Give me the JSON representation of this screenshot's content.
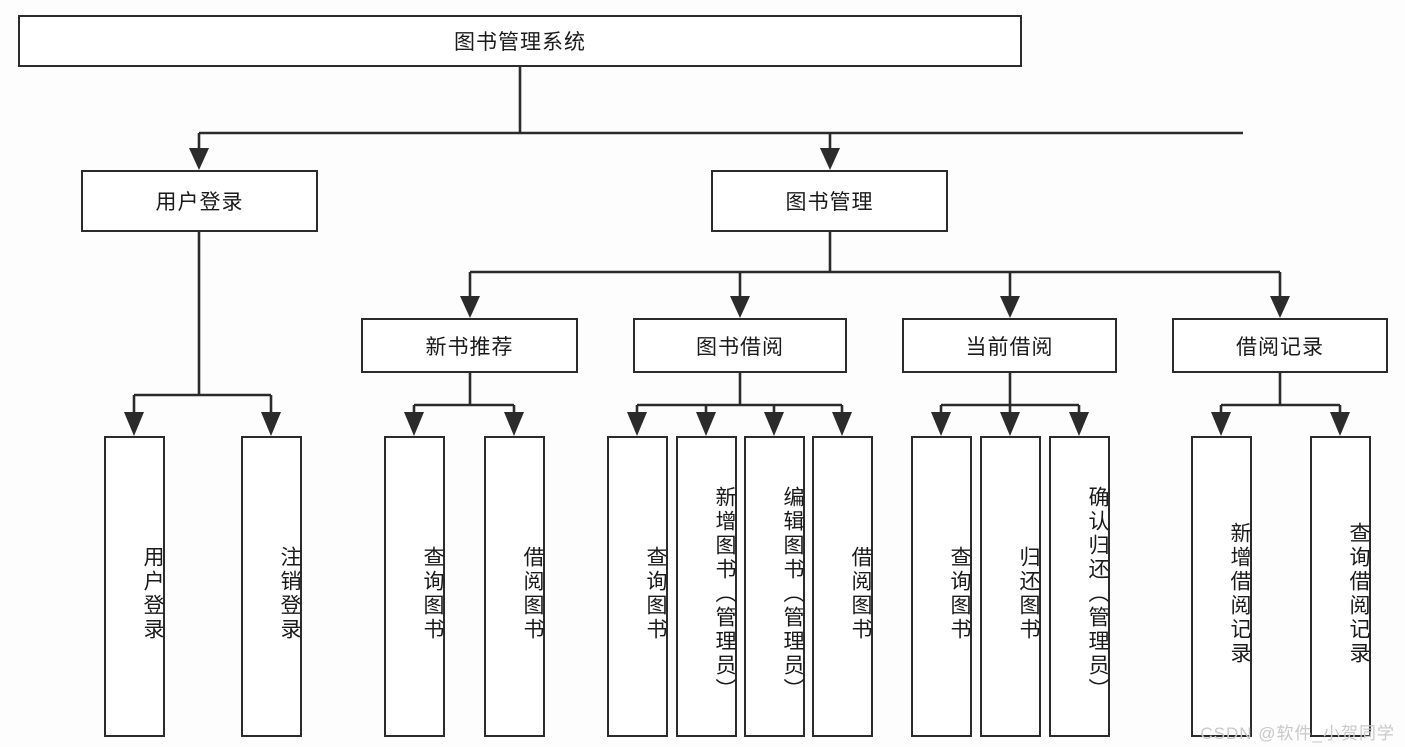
{
  "diagram": {
    "title": "图书管理系统",
    "type": "tree",
    "root": {
      "id": "root",
      "label": "图书管理系统"
    },
    "level1": [
      {
        "id": "user-login",
        "label": "用户登录"
      },
      {
        "id": "book-manage",
        "label": "图书管理"
      }
    ],
    "level2": [
      {
        "id": "new-book-recommend",
        "label": "新书推荐",
        "parent": "book-manage"
      },
      {
        "id": "book-borrow",
        "label": "图书借阅",
        "parent": "book-manage"
      },
      {
        "id": "current-borrow",
        "label": "当前借阅",
        "parent": "book-manage"
      },
      {
        "id": "borrow-record",
        "label": "借阅记录",
        "parent": "book-manage"
      }
    ],
    "leaves": [
      {
        "id": "leaf-user-login",
        "label": "用户登录",
        "parent": "user-login"
      },
      {
        "id": "leaf-user-logout",
        "label": "注销登录",
        "parent": "user-login"
      },
      {
        "id": "leaf-query-book-1",
        "label": "查询图书",
        "parent": "new-book-recommend"
      },
      {
        "id": "leaf-borrow-book-1",
        "label": "借阅图书",
        "parent": "new-book-recommend"
      },
      {
        "id": "leaf-query-book-2",
        "label": "查询图书",
        "parent": "book-borrow"
      },
      {
        "id": "leaf-add-book",
        "label": "新增图书（管理员）",
        "parent": "book-borrow"
      },
      {
        "id": "leaf-edit-book",
        "label": "编辑图书（管理员）",
        "parent": "book-borrow"
      },
      {
        "id": "leaf-borrow-book-2",
        "label": "借阅图书",
        "parent": "book-borrow"
      },
      {
        "id": "leaf-query-book-3",
        "label": "查询图书",
        "parent": "current-borrow"
      },
      {
        "id": "leaf-return-book",
        "label": "归还图书",
        "parent": "current-borrow"
      },
      {
        "id": "leaf-confirm-return",
        "label": "确认归还（管理员）",
        "parent": "current-borrow"
      },
      {
        "id": "leaf-add-record",
        "label": "新增借阅记录",
        "parent": "borrow-record"
      },
      {
        "id": "leaf-query-record",
        "label": "查询借阅记录",
        "parent": "borrow-record"
      }
    ],
    "watermark": "CSDN @软件_小贺同学",
    "colors": {
      "background": "#fdfdfd",
      "node_fill": "#ffffff",
      "node_border": "#2b2b2b",
      "edge": "#2b2b2b",
      "text": "#1a1a1a",
      "watermark": "#c9c9c9"
    }
  }
}
